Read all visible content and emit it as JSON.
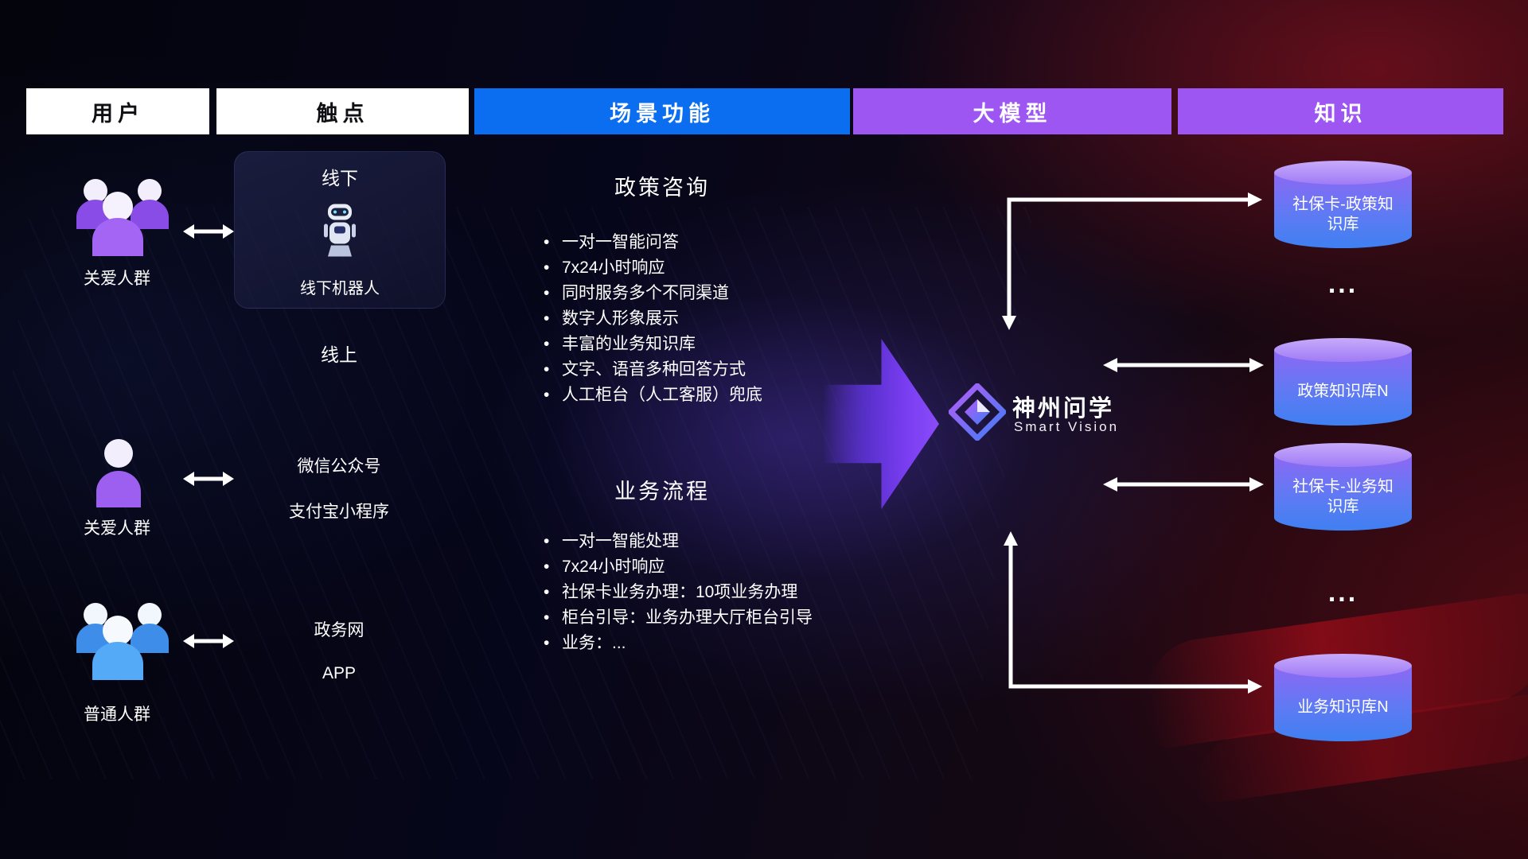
{
  "header": {
    "tabs": [
      {
        "label": "用户"
      },
      {
        "label": "触点"
      },
      {
        "label": "场景功能"
      },
      {
        "label": "大模型"
      },
      {
        "label": "知识"
      }
    ]
  },
  "users": {
    "groups": [
      {
        "label": "关爱人群"
      },
      {
        "label": "关爱人群"
      },
      {
        "label": "普通人群"
      }
    ]
  },
  "touchpoints": {
    "offline": {
      "title": "线下",
      "device": "线下机器人"
    },
    "online_title": "线上",
    "online_channels": [
      "微信公众号",
      "支付宝小程序"
    ],
    "gov_channels": [
      "政务网",
      "APP"
    ]
  },
  "scenarios": [
    {
      "title": "政策咨询",
      "items": [
        "一对一智能问答",
        "7x24小时响应",
        "同时服务多个不同渠道",
        "数字人形象展示",
        "丰富的业务知识库",
        "文字、语音多种回答方式",
        "人工柜台（人工客服）兜底"
      ]
    },
    {
      "title": "业务流程",
      "items": [
        "一对一智能处理",
        "7x24小时响应",
        "社保卡业务办理：10项业务办理",
        "柜台引导：业务办理大厅柜台引导",
        "业务：..."
      ]
    }
  ],
  "model": {
    "name": "神州问学",
    "subtitle": "Smart Vision"
  },
  "knowledge": {
    "items": [
      {
        "type": "db",
        "label": "社保卡-政策知识库"
      },
      {
        "type": "dots",
        "label": "..."
      },
      {
        "type": "db",
        "label": "政策知识库N"
      },
      {
        "type": "db",
        "label": "社保卡-业务知识库"
      },
      {
        "type": "dots",
        "label": "..."
      },
      {
        "type": "db",
        "label": "业务知识库N"
      }
    ]
  },
  "colors": {
    "header_blue": "#0b6ef0",
    "header_purple": "#9d56f2",
    "user_purple": "#9d5ff0",
    "user_blue": "#55aaf8",
    "flow_arrow_purple": "#7a3ef2",
    "cylinder_top": "#b394f8",
    "cylinder_bottom": "#3f80f2",
    "connector_white": "#ffffff"
  }
}
